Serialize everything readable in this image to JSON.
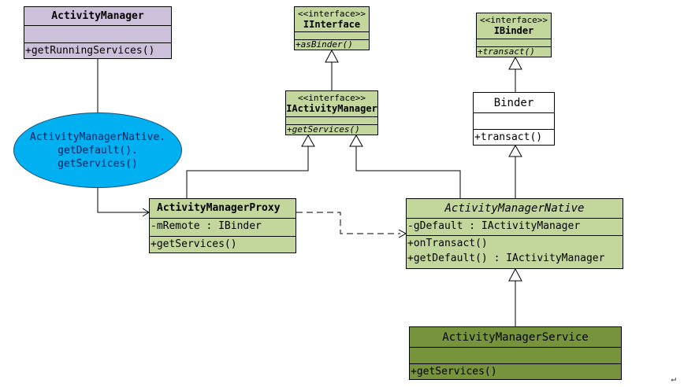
{
  "classes": {
    "activity_manager": {
      "name": "ActivityManager",
      "methods": [
        "+getRunningServices()"
      ]
    },
    "iinterface": {
      "stereotype": "<<interface>>",
      "name": "IInterface",
      "methods": [
        "+asBinder()"
      ]
    },
    "ibinder": {
      "stereotype": "<<interface>>",
      "name": "IBinder",
      "methods": [
        "+transact()"
      ]
    },
    "iactivity_manager": {
      "stereotype": "<<interface>>",
      "name": "IActivityManager",
      "methods": [
        "+getServices()"
      ]
    },
    "binder": {
      "name": "Binder",
      "methods": [
        "+transact()"
      ]
    },
    "activity_manager_proxy": {
      "name": "ActivityManagerProxy",
      "attributes": [
        "-mRemote : IBinder"
      ],
      "methods": [
        "+getServices()"
      ]
    },
    "activity_manager_native": {
      "name": "ActivityManagerNative",
      "attributes": [
        "-gDefault : IActivityManager"
      ],
      "methods": [
        "+onTransact()",
        "+getDefault() : IActivityManager"
      ]
    },
    "activity_manager_service": {
      "name": "ActivityManagerService",
      "methods": [
        "+getServices()"
      ]
    }
  },
  "note": {
    "lines": [
      "ActivityManagerNative.",
      "getDefault().",
      "getServices()"
    ]
  },
  "corner_mark": "↵",
  "colors": {
    "purple": "#ccc0da",
    "light_green": "#c3d69b",
    "dark_green": "#77933c",
    "note_blue": "#00b0f0"
  }
}
